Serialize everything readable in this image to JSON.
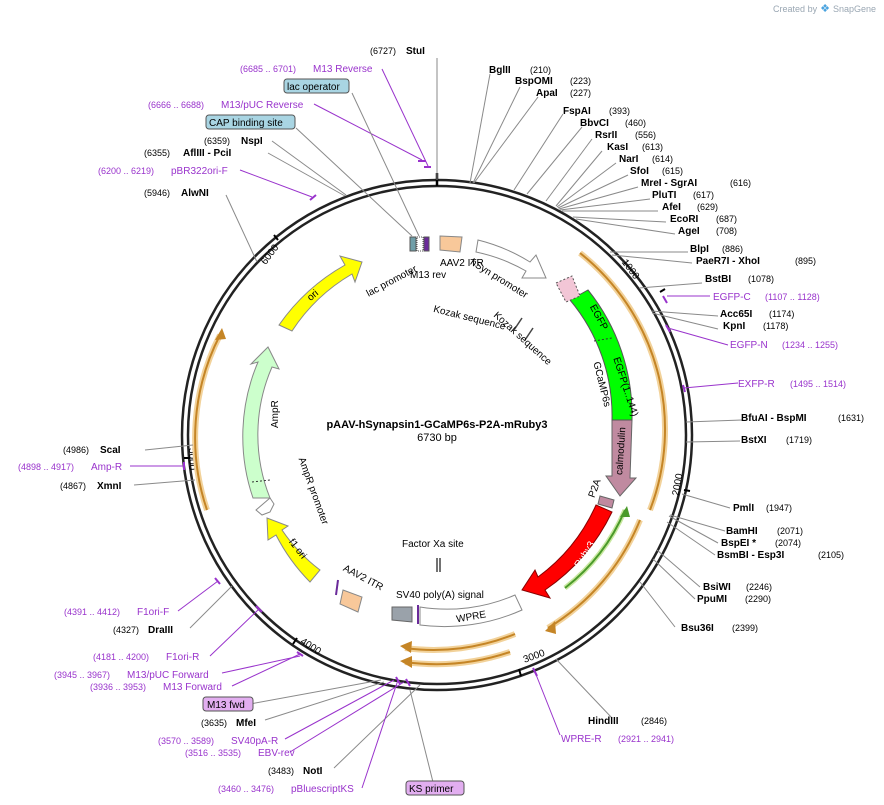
{
  "credit": {
    "prefix": "Created by",
    "brand": "SnapGene"
  },
  "plasmid": {
    "name": "pAAV-hSynapsin1-GCaMP6s-P2A-mRuby3",
    "length_label": "6730 bp",
    "length": 6730
  },
  "ticks": [
    "1000",
    "2000",
    "3000",
    "4000",
    "5000",
    "6000"
  ],
  "enzymes": [
    {
      "pos": "(6727)",
      "name": "StuI"
    },
    {
      "pos": "(210)",
      "name": "BglII"
    },
    {
      "pos": "(223)",
      "name": "BspOMI"
    },
    {
      "pos": "(227)",
      "name": "ApaI"
    },
    {
      "pos": "(393)",
      "name": "FspAI"
    },
    {
      "pos": "(460)",
      "name": "BbvCI"
    },
    {
      "pos": "(556)",
      "name": "RsrII"
    },
    {
      "pos": "(613)",
      "name": "KasI"
    },
    {
      "pos": "(614)",
      "name": "NarI"
    },
    {
      "pos": "(615)",
      "name": "SfoI"
    },
    {
      "pos": "(616)",
      "name": "MreI - SgrAI"
    },
    {
      "pos": "(617)",
      "name": "PluTI"
    },
    {
      "pos": "(629)",
      "name": "AfeI"
    },
    {
      "pos": "(687)",
      "name": "EcoRI"
    },
    {
      "pos": "(708)",
      "name": "AgeI"
    },
    {
      "pos": "(886)",
      "name": "BlpI"
    },
    {
      "pos": "(895)",
      "name": "PaeR7I - XhoI"
    },
    {
      "pos": "(1078)",
      "name": "BstBI"
    },
    {
      "pos": "(1174)",
      "name": "Acc65I"
    },
    {
      "pos": "(1178)",
      "name": "KpnI"
    },
    {
      "pos": "(1631)",
      "name": "BfuAI - BspMI"
    },
    {
      "pos": "(1719)",
      "name": "BstXI"
    },
    {
      "pos": "(1947)",
      "name": "PmlI"
    },
    {
      "pos": "(2071)",
      "name": "BamHI"
    },
    {
      "pos": "(2074)",
      "name": "BspEI *"
    },
    {
      "pos": "(2105)",
      "name": "BsmBI - Esp3I"
    },
    {
      "pos": "(2246)",
      "name": "BsiWI"
    },
    {
      "pos": "(2290)",
      "name": "PpuMI"
    },
    {
      "pos": "(2399)",
      "name": "Bsu36I"
    },
    {
      "pos": "(2846)",
      "name": "HindIII"
    },
    {
      "pos": "(3483)",
      "name": "NotI"
    },
    {
      "pos": "(3635)",
      "name": "MfeI"
    },
    {
      "pos": "(4327)",
      "name": "DraIII"
    },
    {
      "pos": "(4867)",
      "name": "XmnI"
    },
    {
      "pos": "(4986)",
      "name": "ScaI"
    },
    {
      "pos": "(5946)",
      "name": "AlwNI"
    },
    {
      "pos": "(6355)",
      "name": "AflIII - PciI"
    },
    {
      "pos": "(6359)",
      "name": "NspI"
    }
  ],
  "primers": [
    {
      "range": "(6685 .. 6701)",
      "name": "M13 Reverse"
    },
    {
      "range": "(6666 .. 6688)",
      "name": "M13/pUC Reverse"
    },
    {
      "range": "(6200 .. 6219)",
      "name": "pBR322ori-F"
    },
    {
      "range": "(1107 .. 1128)",
      "name": "EGFP-C"
    },
    {
      "range": "(1234 .. 1255)",
      "name": "EGFP-N"
    },
    {
      "range": "(1495 .. 1514)",
      "name": "EXFP-R"
    },
    {
      "range": "(2921 .. 2941)",
      "name": "WPRE-R"
    },
    {
      "range": "(3460 .. 3476)",
      "name": "pBluescriptKS"
    },
    {
      "range": "(3516 .. 3535)",
      "name": "EBV-rev"
    },
    {
      "range": "(3570 .. 3589)",
      "name": "SV40pA-R"
    },
    {
      "range": "(3936 .. 3953)",
      "name": "M13 Forward"
    },
    {
      "range": "(3945 .. 3967)",
      "name": "M13/pUC Forward"
    },
    {
      "range": "(4181 .. 4200)",
      "name": "F1ori-R"
    },
    {
      "range": "(4391 .. 4412)",
      "name": "F1ori-F"
    },
    {
      "range": "(4898 .. 4917)",
      "name": "Amp-R"
    }
  ],
  "boxed_labels": [
    "lac operator",
    "CAP binding site",
    "M13 fwd",
    "KS primer"
  ],
  "feature_labels": {
    "lac_promoter": "lac promoter",
    "m13_rev": "M13 rev",
    "aav2_itr_1": "AAV2 ITR",
    "hsyn_promoter": "hSyn promoter",
    "kozak_1": "Kozak sequence",
    "kozak_2": "Kozak sequence",
    "egfp": "EGFP",
    "egfp_1_144": "EGFP(1..144)",
    "gcamp6s": "GCaMP6s",
    "calmodulin": "calmodulin",
    "p2a": "P2A",
    "mruby3": "mRuby3",
    "factor_xa": "Factor Xa site",
    "sv40": "SV40 poly(A) signal",
    "wpre": "WPRE",
    "aav2_itr_2": "AAV2 ITR",
    "f1_ori": "f1 ori",
    "ampr": "AmpR",
    "ampr_promoter": "AmpR promoter",
    "ori": "ori"
  },
  "colors": {
    "ori": "#ffff00",
    "ampr": "#ccffcc",
    "egfp": "#00ff00",
    "mruby3": "#ff0000",
    "calmodulin": "#c08aa0",
    "p2a": "#c08aa0",
    "itr": "#f8c89a",
    "orf": "#e89c2a",
    "primer": "#9933cc",
    "boxed": "#a9d5e3",
    "boxed_primer": "#e2aef0"
  }
}
